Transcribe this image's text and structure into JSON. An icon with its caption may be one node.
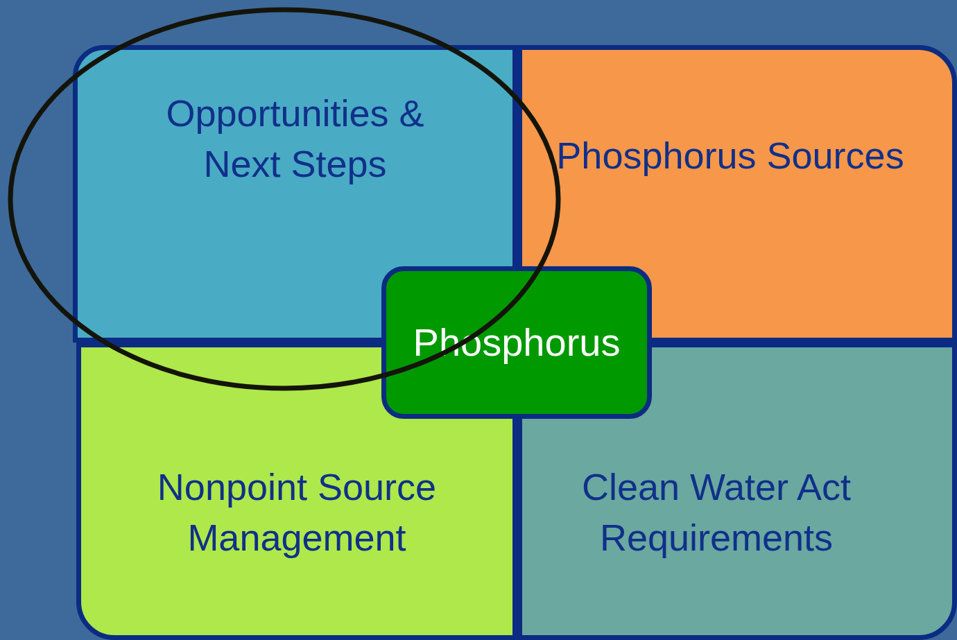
{
  "diagram": {
    "nodes": [
      {
        "text": [
          "Opportunities & Next Steps"
        ]
      },
      {
        "text": [
          "Phosphorus Sources"
        ]
      },
      {
        "text": [
          "Phosphorus"
        ]
      },
      {
        "text": [
          "Nonpoint Source Management"
        ]
      },
      {
        "text": [
          "Clean Water Act Requirements"
        ]
      }
    ]
  }
}
